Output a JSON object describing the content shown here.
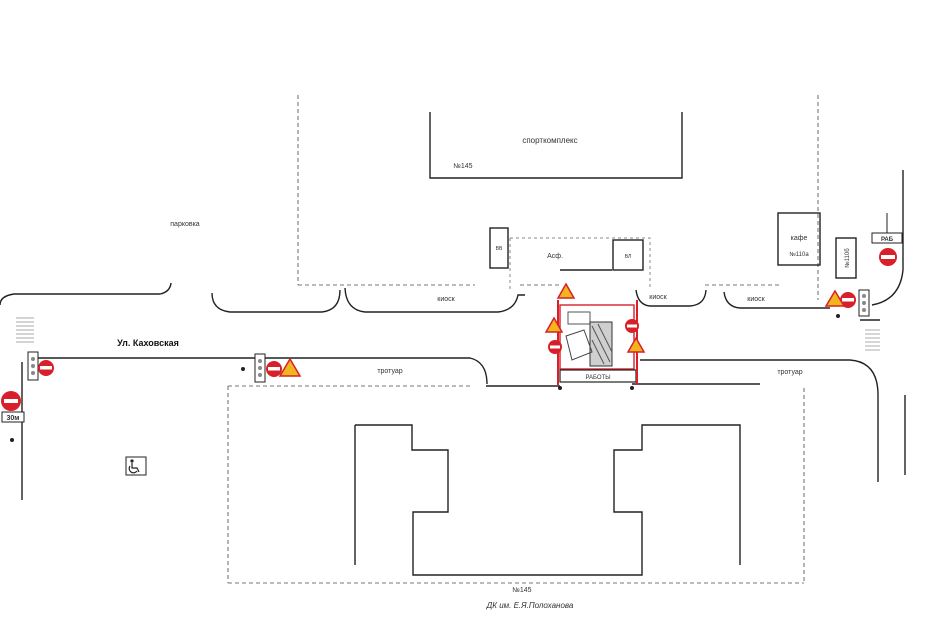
{
  "labels": {
    "sport_complex": "спорткомплекс",
    "sport_complex_no": "№145",
    "parking": "парковка",
    "street": "Ул. Каховская",
    "sidewalk_left": "тротуар",
    "sidewalk_right": "тротуар",
    "kiosk_1": "киоск",
    "kiosk_2": "киоск",
    "kiosk_3": "киоск",
    "cafe": "кафе",
    "cafe_no": "№110а",
    "house_right": "№110б",
    "building_bottom_no": "№145",
    "caption": "ДК им. Е.Я.Полоханова",
    "road_work_area": "Асф.",
    "sign_distance": "30м",
    "works_sign": "РАБОТЫ",
    "sign_right": "РАБ",
    "box_left": "ВВ",
    "box_right": "ВЛ"
  },
  "colors": {
    "sign_red": "#d8202a",
    "sign_warning": "#f2b51d",
    "fence": "#d8202a",
    "lines": "#222222",
    "dashed": "#777777"
  },
  "icons": [
    "no-entry-sign-icon",
    "road-works-sign-icon",
    "traffic-light-icon",
    "pedestrian-crossing-icon",
    "disabled-parking-icon"
  ]
}
